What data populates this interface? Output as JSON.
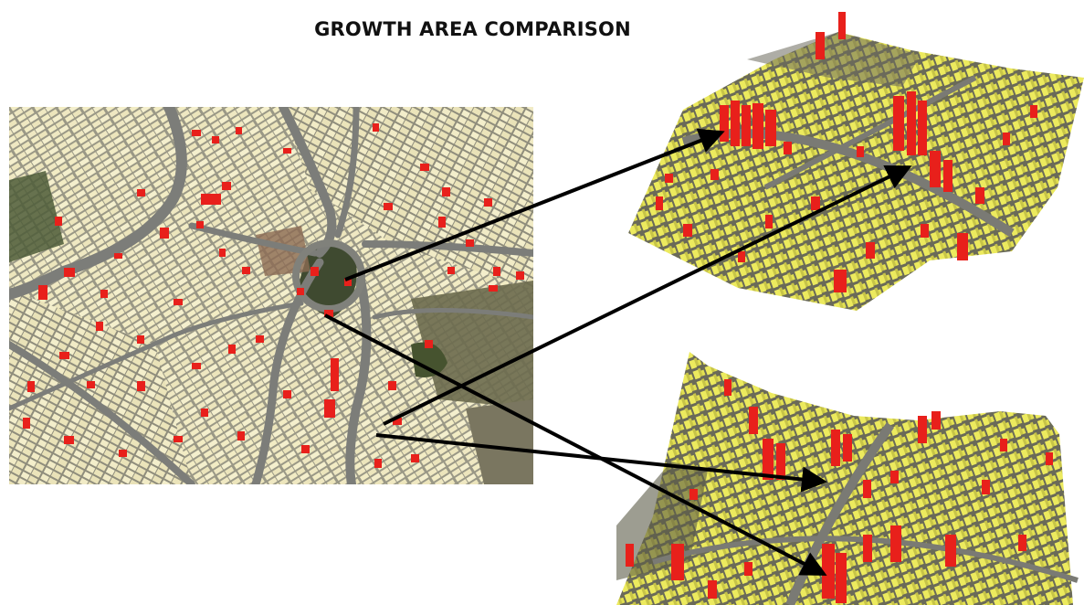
{
  "title": "GROWTH AREA COMPARISON",
  "colors": {
    "existing_buildings": "#f2ecc4",
    "growth_buildings": "#e8201b",
    "buildings_3d": "#e9e85a",
    "roads": "#8a8b86",
    "vegetation": "#4a5a35",
    "arrow": "#000000"
  },
  "panels": [
    "aerial-2d-map",
    "3d-view-upper",
    "3d-view-lower"
  ],
  "arrows": 4
}
